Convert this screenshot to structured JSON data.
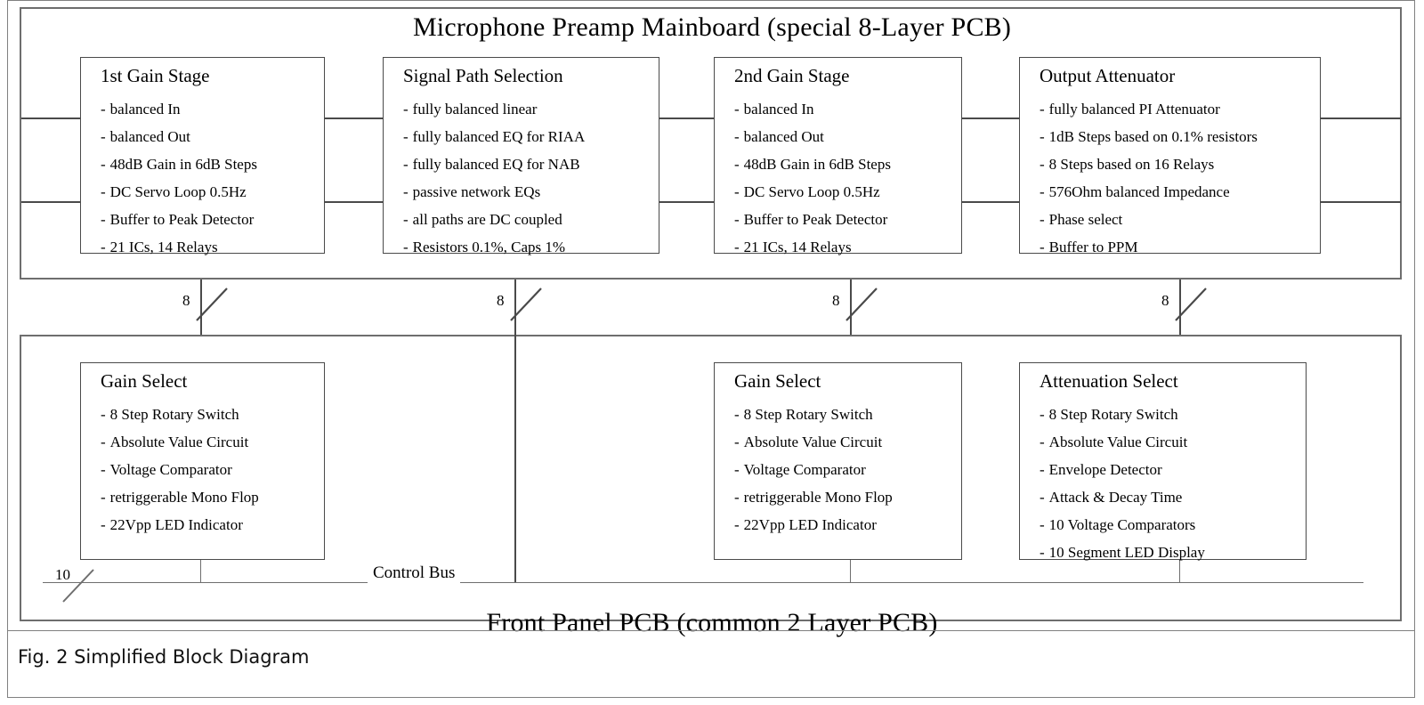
{
  "figure": {
    "caption": "Fig. 2 Simplified Block Diagram"
  },
  "mainboard": {
    "title": "Microphone Preamp Mainboard (special 8-Layer PCB)",
    "blocks": [
      {
        "title": "1st Gain Stage",
        "items": [
          "balanced In",
          "balanced Out",
          "48dB Gain in 6dB Steps",
          "DC Servo Loop 0.5Hz",
          "Buffer to Peak Detector",
          "21 ICs, 14 Relays"
        ]
      },
      {
        "title": "Signal Path Selection",
        "items": [
          "fully balanced linear",
          "fully balanced EQ for RIAA",
          "fully balanced EQ for NAB",
          "passive network EQs",
          "all paths are DC coupled",
          "Resistors 0.1%, Caps 1%"
        ]
      },
      {
        "title": "2nd Gain Stage",
        "items": [
          "balanced In",
          "balanced Out",
          "48dB Gain in 6dB Steps",
          "DC Servo Loop 0.5Hz",
          "Buffer to Peak Detector",
          "21 ICs, 14 Relays"
        ]
      },
      {
        "title": "Output Attenuator",
        "items": [
          "fully balanced PI Attenuator",
          "1dB Steps based on 0.1% resistors",
          "8 Steps based on 16 Relays",
          "576Ohm balanced Impedance",
          "Phase select",
          "Buffer to PPM"
        ]
      }
    ]
  },
  "front_panel": {
    "title": "Front Panel PCB (common 2 Layer PCB)",
    "blocks": [
      {
        "title": "Gain Select",
        "items": [
          "8 Step Rotary Switch",
          "Absolute Value Circuit",
          "Voltage Comparator",
          "retriggerable Mono Flop",
          "22Vpp LED Indicator"
        ]
      },
      {
        "title": "Gain Select",
        "items": [
          "8 Step Rotary Switch",
          "Absolute Value Circuit",
          "Voltage Comparator",
          "retriggerable Mono Flop",
          "22Vpp LED Indicator"
        ]
      },
      {
        "title": "Attenuation Select",
        "items": [
          "8 Step Rotary Switch",
          "Absolute Value Circuit",
          "Envelope Detector",
          "Attack & Decay Time",
          "10 Voltage Comparators",
          "10 Segment LED Display"
        ]
      }
    ]
  },
  "buses": {
    "control_bus_label": "Control Bus",
    "widths": [
      "8",
      "8",
      "8",
      "8"
    ],
    "control_bus_width": "10"
  },
  "bullet": "-",
  "colors": {
    "line": "#4a4a4a",
    "frame": "#6e6e6e",
    "text": "#000000",
    "background": "#ffffff"
  }
}
